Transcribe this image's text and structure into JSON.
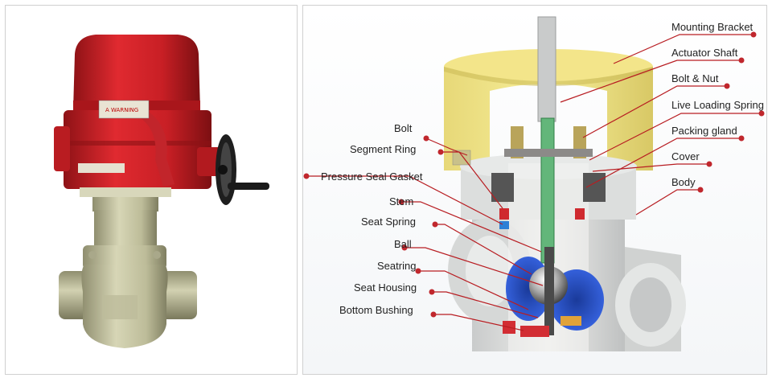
{
  "photo": {
    "nameplate_text": "A WARNING",
    "colors": {
      "actuator": "#d8232a",
      "valve_body": "#c9c8a6",
      "handwheel": "#222222"
    }
  },
  "cutaway": {
    "leader_color": "#b81d22",
    "dot_color": "#c0272d",
    "labels_right": [
      {
        "id": "mounting-bracket",
        "text": "Mounting Bracket"
      },
      {
        "id": "actuator-shaft",
        "text": "Actuator Shaft"
      },
      {
        "id": "bolt-nut",
        "text": "Bolt & Nut"
      },
      {
        "id": "live-loading-spring",
        "text": "Live Loading Spring"
      },
      {
        "id": "packing-gland",
        "text": "Packing gland"
      },
      {
        "id": "cover",
        "text": "Cover"
      },
      {
        "id": "body",
        "text": "Body"
      }
    ],
    "labels_left": [
      {
        "id": "bolt",
        "text": "Bolt"
      },
      {
        "id": "segment-ring",
        "text": "Segment Ring"
      },
      {
        "id": "pressure-seal-gasket",
        "text": "Pressure Seal Gasket"
      },
      {
        "id": "stem",
        "text": "Stem"
      },
      {
        "id": "seat-spring",
        "text": "Seat Spring"
      },
      {
        "id": "ball",
        "text": "Ball"
      },
      {
        "id": "seatring",
        "text": "Seatring"
      },
      {
        "id": "seat-housing",
        "text": "Seat Housing"
      },
      {
        "id": "bottom-bushing",
        "text": "Bottom Bushing"
      }
    ]
  }
}
